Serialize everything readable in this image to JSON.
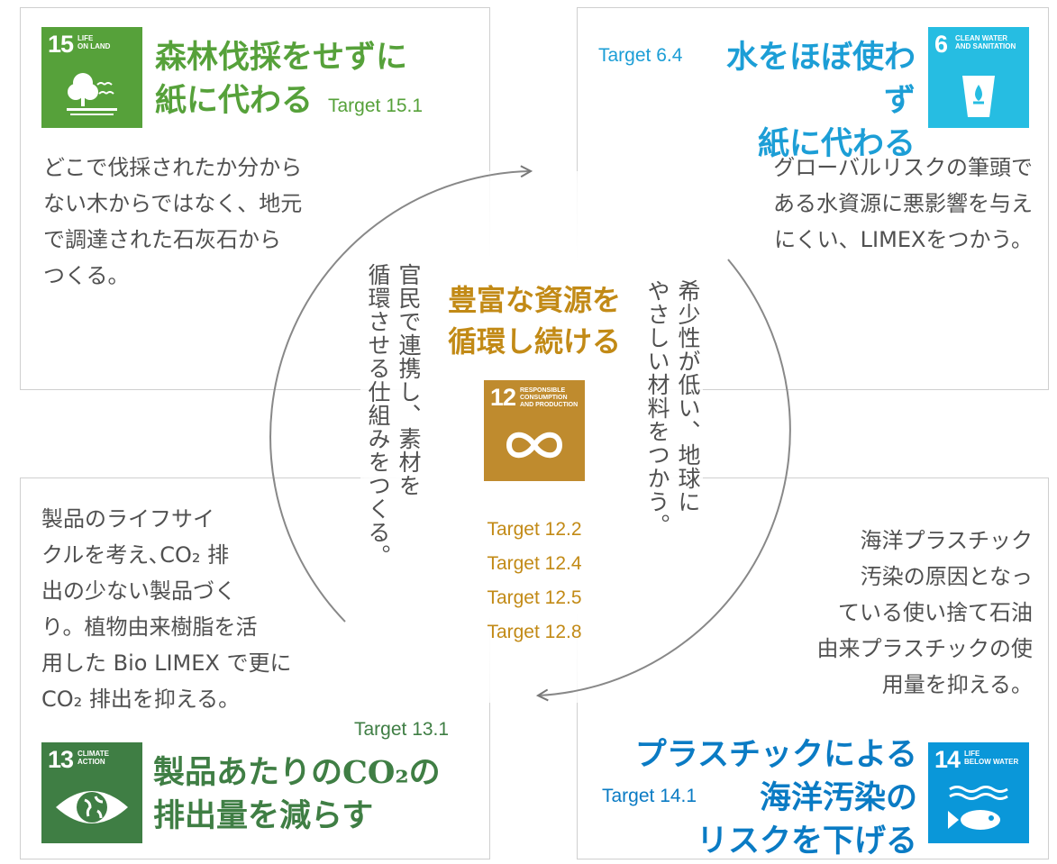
{
  "colors": {
    "goal15": "#56a13a",
    "goal6": "#26bde2",
    "goal13": "#3f7e44",
    "goal14": "#0a97d9",
    "goal12": "#bf8b2e"
  },
  "top_left": {
    "badge_number": "15",
    "badge_caption": "LIFE\nON LAND",
    "badge_icon": "tree-icon",
    "title": "森林伐採をせずに\n紙に代わる",
    "target": "Target 15.1",
    "body": "どこで伐採されたか分から\nない木からではなく、地元\nで調達された石灰石から\nつくる。"
  },
  "top_right": {
    "badge_number": "6",
    "badge_caption": "CLEAN WATER\nAND SANITATION",
    "badge_icon": "water-glass-icon",
    "title": "水をほぼ使わず\n紙に代わる",
    "target": "Target 6.4",
    "body": "グローバルリスクの筆頭で\nある水資源に悪影響を与え\nにくい、LIMEXをつかう。"
  },
  "bottom_left": {
    "badge_number": "13",
    "badge_caption": "CLIMATE\nACTION",
    "badge_icon": "eye-globe-icon",
    "title": "製品あたりのCO₂の\n排出量を減らす",
    "target": "Target 13.1",
    "body": "製品のライフサイ\nクルを考え､CO₂ 排\n出の少ない製品づく\nり。植物由来樹脂を活\n用した Bio LIMEX で更に\nCO₂ 排出を抑える。"
  },
  "bottom_right": {
    "badge_number": "14",
    "badge_caption": "LIFE\nBELOW WATER",
    "badge_icon": "fish-icon",
    "title": "プラスチックによる\n海洋汚染の\nリスクを下げる",
    "target": "Target 14.1",
    "body": "海洋プラスチック\n汚染の原因となっ\nている使い捨て石油\n由来プラスチックの使\n用量を抑える。"
  },
  "center": {
    "title": "豊富な資源を\n循環し続ける",
    "badge_number": "12",
    "badge_caption": "RESPONSIBLE\nCONSUMPTION\nAND PRODUCTION",
    "badge_icon": "infinity-loop-icon",
    "targets": [
      "Target 12.2",
      "Target 12.4",
      "Target 12.5",
      "Target 12.8"
    ],
    "left_vertical": "官民で連携し、素材を\n循環させる仕組みをつくる。",
    "right_vertical": "希少性が低い、地球に\nやさしい材料をつかう。"
  }
}
